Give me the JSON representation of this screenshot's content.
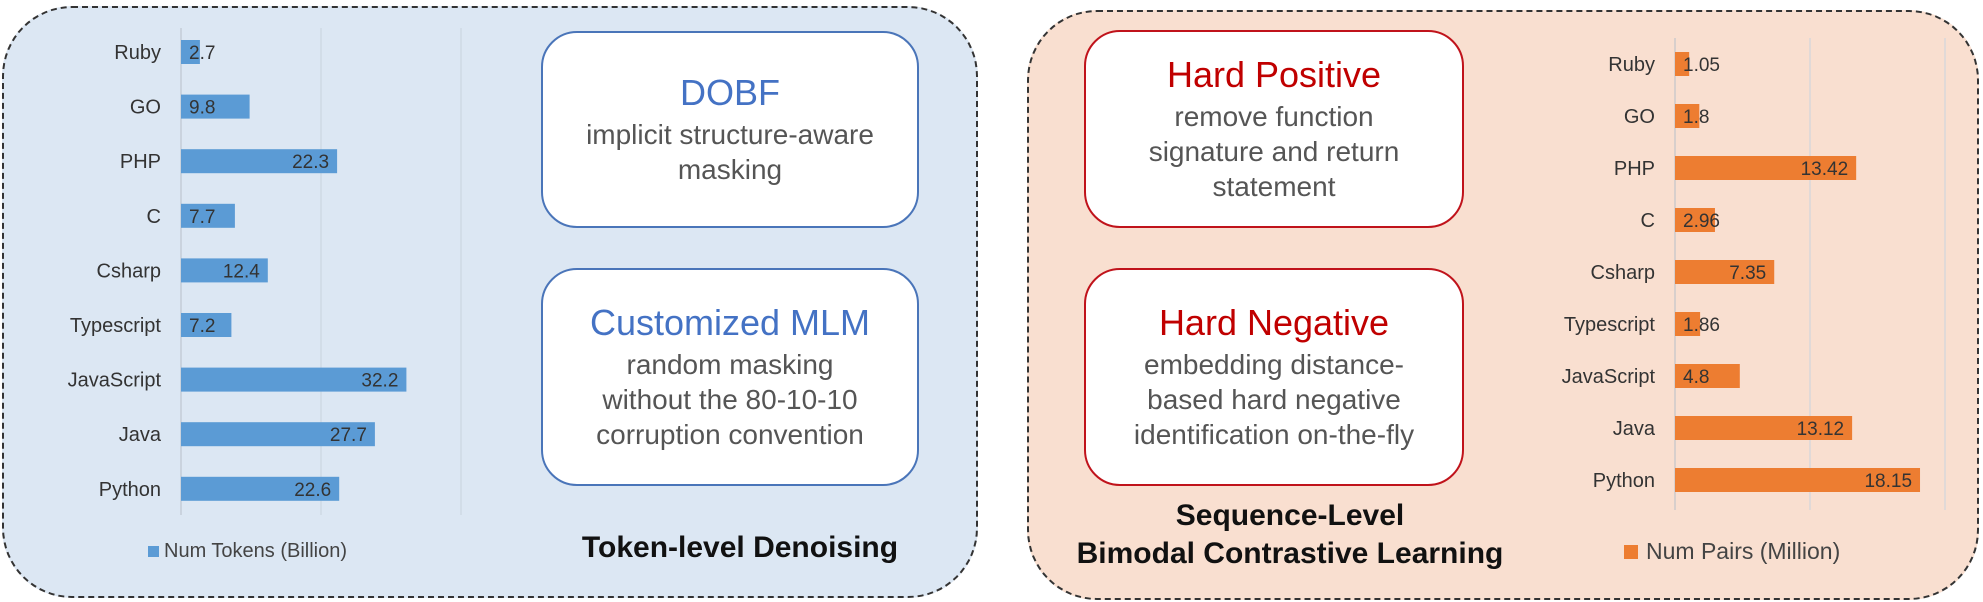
{
  "left_panel": {
    "caption": "Token-level Denoising",
    "cards": [
      {
        "title": "DOBF",
        "desc": "implicit structure-aware\nmasking"
      },
      {
        "title": "Customized MLM",
        "desc": "random masking\nwithout the 80-10-10\ncorruption convention"
      }
    ]
  },
  "right_panel": {
    "caption_line1": "Sequence-Level",
    "caption_line2": "Bimodal Contrastive Learning",
    "cards": [
      {
        "title": "Hard Positive",
        "desc": "remove function\nsignature and return\nstatement"
      },
      {
        "title": "Hard Negative",
        "desc": "embedding distance-\nbased hard negative\nidentification on-the-fly"
      }
    ]
  },
  "chart_data": [
    {
      "type": "bar",
      "orientation": "horizontal",
      "categories": [
        "Ruby",
        "GO",
        "PHP",
        "C",
        "Csharp",
        "Typescript",
        "JavaScript",
        "Java",
        "Python"
      ],
      "series": [
        {
          "name": "Num Tokens (Billion)",
          "values": [
            2.7,
            9.8,
            22.3,
            7.7,
            12.4,
            7.2,
            32.2,
            27.7,
            22.6
          ]
        }
      ],
      "value_labels": [
        "2.7",
        "9.8",
        "22.3",
        "7.7",
        "12.4",
        "7.2",
        "32.2",
        "27.7",
        "22.6"
      ],
      "xlim": [
        0,
        40
      ],
      "legend": "bottom",
      "color": "#5b9bd5",
      "grid": true
    },
    {
      "type": "bar",
      "orientation": "horizontal",
      "categories": [
        "Ruby",
        "GO",
        "PHP",
        "C",
        "Csharp",
        "Typescript",
        "JavaScript",
        "Java",
        "Python"
      ],
      "series": [
        {
          "name": "Num Pairs (Million)",
          "values": [
            1.05,
            1.8,
            13.42,
            2.96,
            7.35,
            1.86,
            4.8,
            13.12,
            18.15
          ]
        }
      ],
      "value_labels": [
        "1.05",
        "1.8",
        "13.42",
        "2.96",
        "7.35",
        "1.86",
        "4.8",
        "13.12",
        "18.15"
      ],
      "xlim": [
        0,
        20
      ],
      "legend": "bottom",
      "color": "#ed7d31",
      "grid": true
    }
  ]
}
